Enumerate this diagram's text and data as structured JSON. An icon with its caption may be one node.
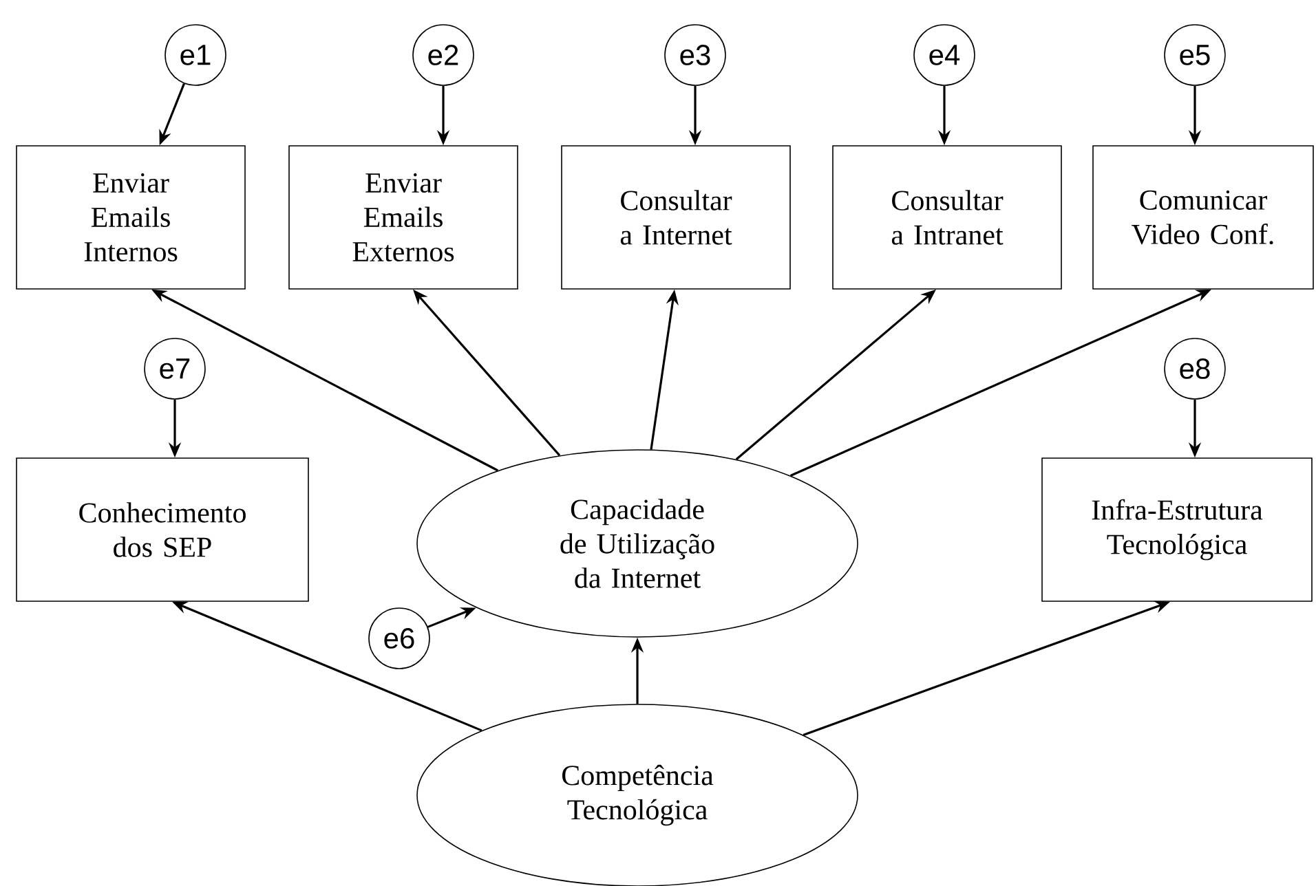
{
  "diagram": {
    "nodes": [
      {
        "text": [
          "e1"
        ]
      },
      {
        "text": [
          "e2"
        ]
      },
      {
        "text": [
          "e3"
        ]
      },
      {
        "text": [
          "e4"
        ]
      },
      {
        "text": [
          "e5"
        ]
      },
      {
        "text": [
          "Enviar Emails Internos"
        ]
      },
      {
        "text": [
          "Enviar Emails Externos"
        ]
      },
      {
        "text": [
          "Consultar a Internet"
        ]
      },
      {
        "text": [
          "Consultar a Intranet"
        ]
      },
      {
        "text": [
          "Comunicar Video Conf."
        ]
      },
      {
        "text": [
          "e7"
        ]
      },
      {
        "text": [
          "e8"
        ]
      },
      {
        "text": [
          "Conhecimento dos SEP"
        ]
      },
      {
        "text": [
          "Capacidade de Utilização da Internet"
        ]
      },
      {
        "text": [
          "Infra-Estrutura Tecnológica"
        ]
      },
      {
        "text": [
          "e6"
        ]
      },
      {
        "text": [
          "Competência Tecnológica"
        ]
      }
    ],
    "edges": [
      {
        "from": 0,
        "to": 5,
        "arrow": "to"
      },
      {
        "from": 1,
        "to": 6,
        "arrow": "to"
      },
      {
        "from": 2,
        "to": 7,
        "arrow": "to"
      },
      {
        "from": 3,
        "to": 8,
        "arrow": "to"
      },
      {
        "from": 4,
        "to": 9,
        "arrow": "to"
      },
      {
        "from": 13,
        "to": 5,
        "arrow": "to"
      },
      {
        "from": 13,
        "to": 6,
        "arrow": "to"
      },
      {
        "from": 13,
        "to": 7,
        "arrow": "to"
      },
      {
        "from": 13,
        "to": 8,
        "arrow": "to"
      },
      {
        "from": 13,
        "to": 9,
        "arrow": "to"
      },
      {
        "from": 10,
        "to": 12,
        "arrow": "to"
      },
      {
        "from": 11,
        "to": 14,
        "arrow": "to"
      },
      {
        "from": 15,
        "to": 13,
        "arrow": "to"
      },
      {
        "from": 16,
        "to": 12,
        "arrow": "to"
      },
      {
        "from": 16,
        "to": 13,
        "arrow": "to"
      },
      {
        "from": 16,
        "to": 14,
        "arrow": "to"
      }
    ]
  }
}
